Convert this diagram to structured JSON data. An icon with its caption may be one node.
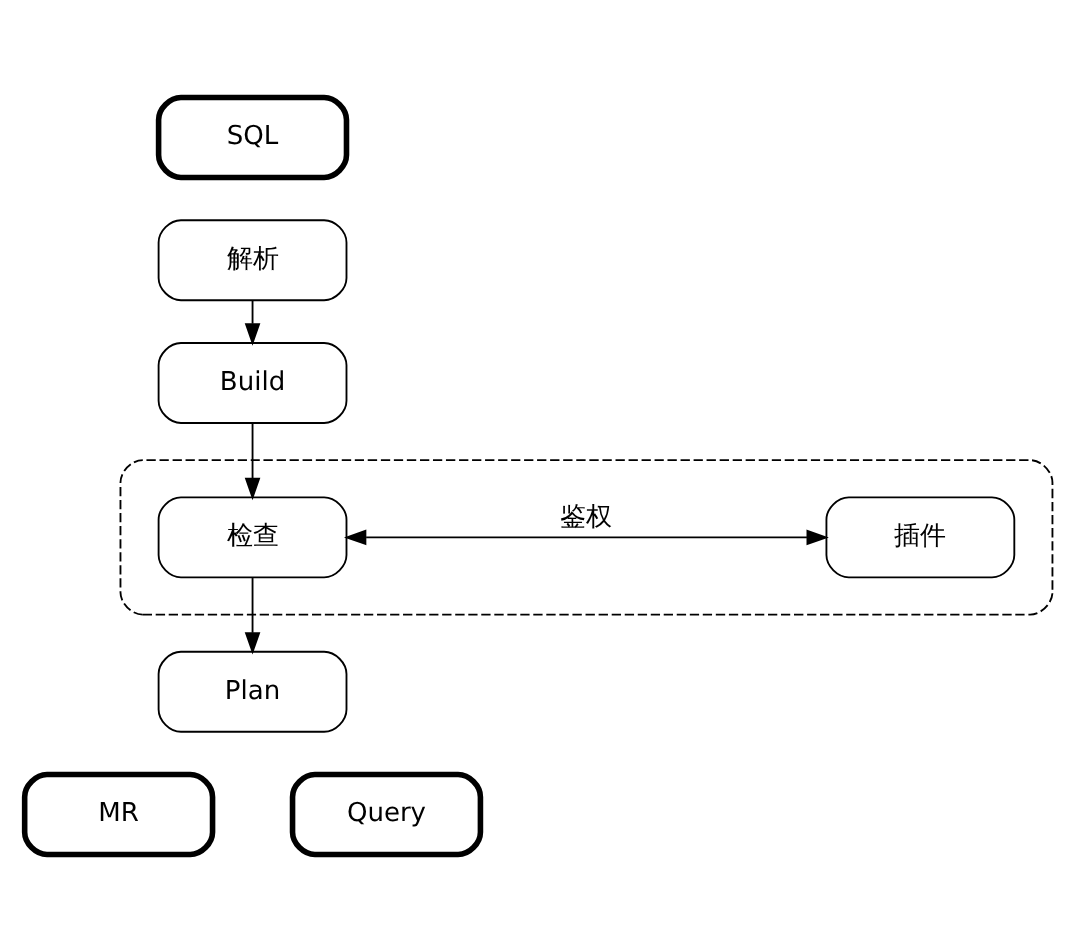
{
  "diagram": {
    "nodes": [
      {
        "text": [
          "SQL"
        ]
      },
      {
        "text": [
          "解析"
        ]
      },
      {
        "text": [
          "Build"
        ]
      },
      {
        "text": [],
        "shape": "box"
      },
      {
        "text": [
          "检查"
        ],
        "in": 3
      },
      {
        "text": [
          "插件"
        ],
        "in": 3
      },
      {
        "text": [
          "Plan"
        ]
      },
      {
        "text": [
          "MR"
        ]
      },
      {
        "text": [
          "Query"
        ]
      }
    ],
    "edges": [
      {
        "from": 1,
        "to": 2,
        "arrow": "to"
      },
      {
        "from": 2,
        "to": 4,
        "arrow": "to"
      },
      {
        "from": 4,
        "to": 5,
        "arrow": "both",
        "label": "鉴权"
      },
      {
        "from": 4,
        "to": 6,
        "arrow": "to"
      }
    ]
  }
}
